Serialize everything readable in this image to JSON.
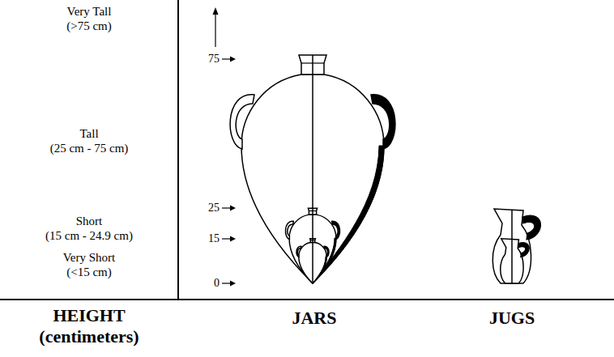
{
  "diagram": {
    "labels": [
      "Very Tall (>75 cm)",
      "Tall (25 cm - 75 cm)",
      "Short (15 cm - 24.9 cm)",
      "Very Short (<15 cm)",
      "75",
      "25",
      "15",
      "0",
      "HEIGHT (centimeters)",
      "JARS",
      "JUGS"
    ]
  }
}
